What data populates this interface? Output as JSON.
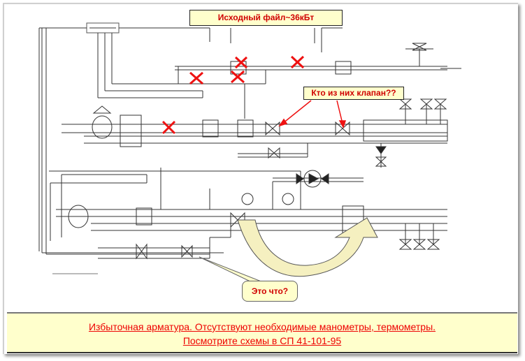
{
  "title_callout": "Исходный файл~36кБт",
  "question_callout": "Кто из них клапан??",
  "what_callout": "Это что?",
  "footer": {
    "line1": "Избыточная арматура. Отсутствуют необходимые манометры, термометры.",
    "line2": "Посмотрите схемы в СП 41-101-95"
  },
  "colors": {
    "callout_bg": "#ffffcc",
    "callout_text": "#d00000",
    "cross_marks": "#ee1111",
    "arrow_fill": "#f5f0c0",
    "pipe_lines": "#333333"
  },
  "annotations": {
    "cross_marks_count": 5,
    "red_pointer_arrows": 2
  }
}
